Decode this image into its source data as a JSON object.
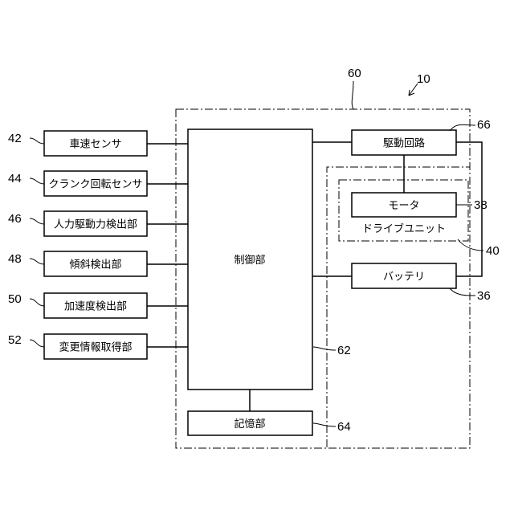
{
  "boxes": {
    "vehicle_speed_sensor": "車速センサ",
    "crank_rotation_sensor": "クランク回転センサ",
    "human_drive_force_detector": "人力駆動力検出部",
    "tilt_detector": "傾斜検出部",
    "acceleration_detector": "加速度検出部",
    "change_info_acquirer": "変更情報取得部",
    "controller": "制御部",
    "storage": "記憶部",
    "drive_circuit": "駆動回路",
    "motor": "モータ",
    "drive_unit": "ドライブユニット",
    "battery": "バッテリ"
  },
  "refs": {
    "r10": "10",
    "r60": "60",
    "r66": "66",
    "r42": "42",
    "r44": "44",
    "r46": "46",
    "r48": "48",
    "r50": "50",
    "r52": "52",
    "r38": "38",
    "r40": "40",
    "r36": "36",
    "r62": "62",
    "r64": "64"
  }
}
